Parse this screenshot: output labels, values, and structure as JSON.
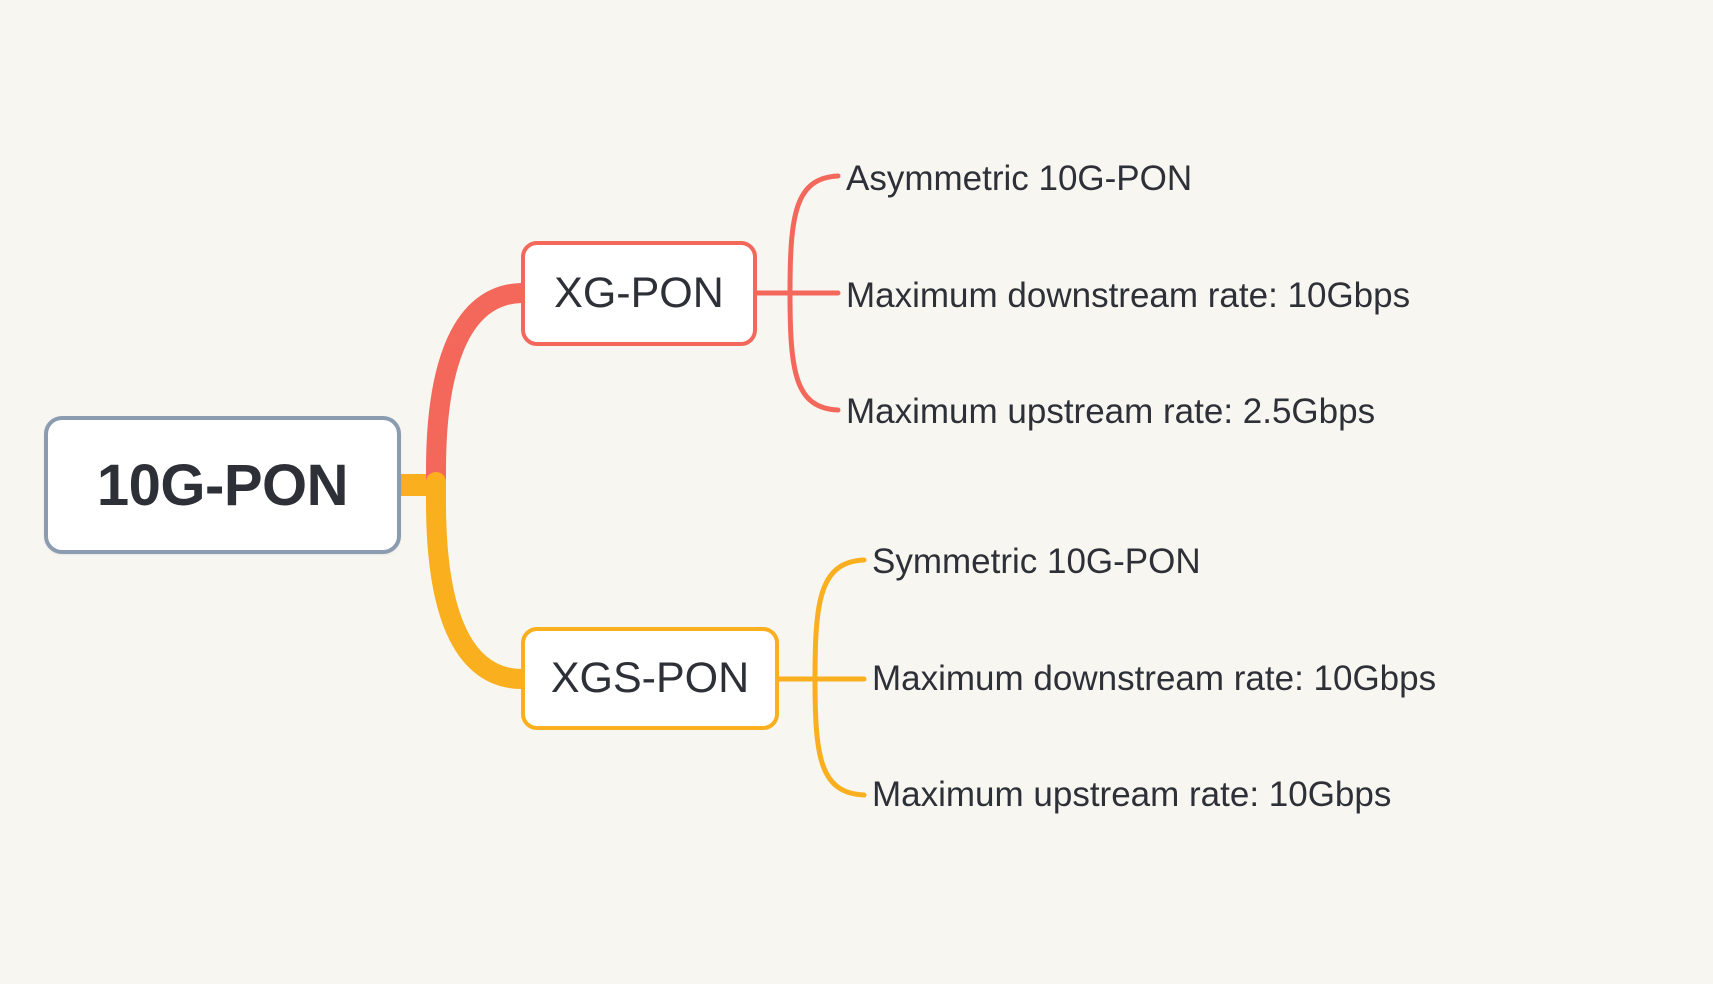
{
  "diagram": {
    "type": "mind-map",
    "background_color": "#f7f6f1",
    "text_color": "#2e3038",
    "root": {
      "label": "10G-PON",
      "border_color": "#8c9cb0"
    },
    "branches": [
      {
        "label": "XG-PON",
        "color": "#f4685b",
        "leaves": [
          {
            "label": "Asymmetric 10G-PON"
          },
          {
            "label": "Maximum downstream rate: 10Gbps"
          },
          {
            "label": "Maximum upstream rate: 2.5Gbps"
          }
        ]
      },
      {
        "label": "XGS-PON",
        "color": "#faaf1e",
        "leaves": [
          {
            "label": "Symmetric 10G-PON"
          },
          {
            "label": "Maximum downstream rate: 10Gbps"
          },
          {
            "label": "Maximum upstream rate: 10Gbps"
          }
        ]
      }
    ]
  }
}
